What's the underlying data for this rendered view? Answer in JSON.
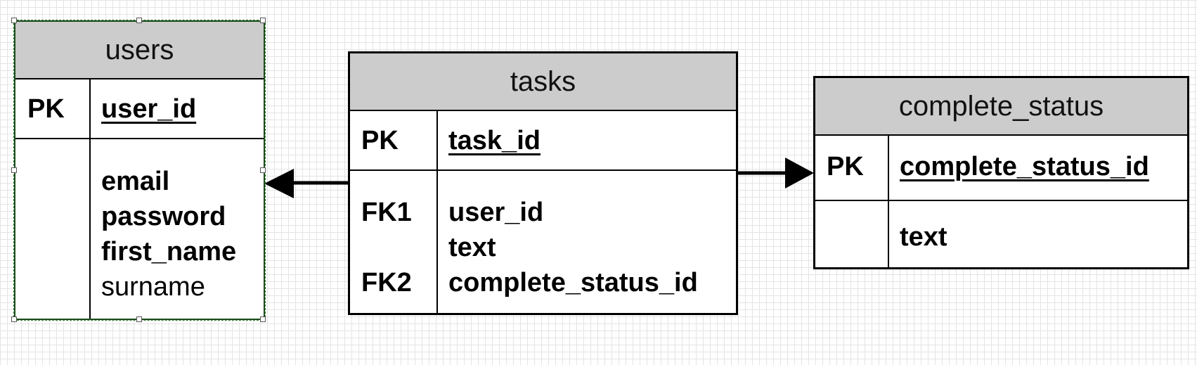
{
  "entities": {
    "users": {
      "title": "users",
      "pk_label": "PK",
      "pk_field": "user_id",
      "fields": [
        "email",
        "password",
        "first_name",
        "surname"
      ]
    },
    "tasks": {
      "title": "tasks",
      "pk_label": "PK",
      "pk_field": "task_id",
      "fk1_label": "FK1",
      "fk2_label": "FK2",
      "fields": [
        "user_id",
        "text",
        "complete_status_id"
      ]
    },
    "complete_status": {
      "title": "complete_status",
      "pk_label": "PK",
      "pk_field": "complete_status_id",
      "fields": [
        "text"
      ]
    }
  },
  "relationships": [
    {
      "from": "tasks",
      "to": "users"
    },
    {
      "from": "tasks",
      "to": "complete_status"
    }
  ]
}
